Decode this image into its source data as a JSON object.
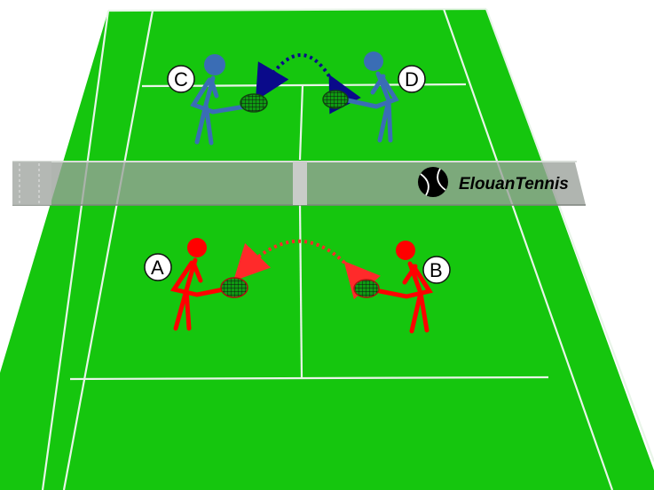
{
  "brand": {
    "name": "ElouanTennis",
    "logo_icon": "tennis-ball-icon"
  },
  "players": [
    {
      "id": "A",
      "label": "A",
      "team": "near-side",
      "color": "#ff0000"
    },
    {
      "id": "B",
      "label": "B",
      "team": "near-side",
      "color": "#ff0000"
    },
    {
      "id": "C",
      "label": "C",
      "team": "far-side",
      "color": "#3a6db5"
    },
    {
      "id": "D",
      "label": "D",
      "team": "far-side",
      "color": "#3a6db5"
    }
  ],
  "exchanges": [
    {
      "between": [
        "A",
        "B"
      ],
      "style": "dotted-double-arrow",
      "color": "#ff2a2a"
    },
    {
      "between": [
        "C",
        "D"
      ],
      "style": "dotted-double-arrow",
      "color": "#0a0a8a"
    }
  ],
  "colors": {
    "court": "#15c60e",
    "lines": "#e8f5e8",
    "net": "#9aa09a",
    "background": "#ffffff"
  }
}
